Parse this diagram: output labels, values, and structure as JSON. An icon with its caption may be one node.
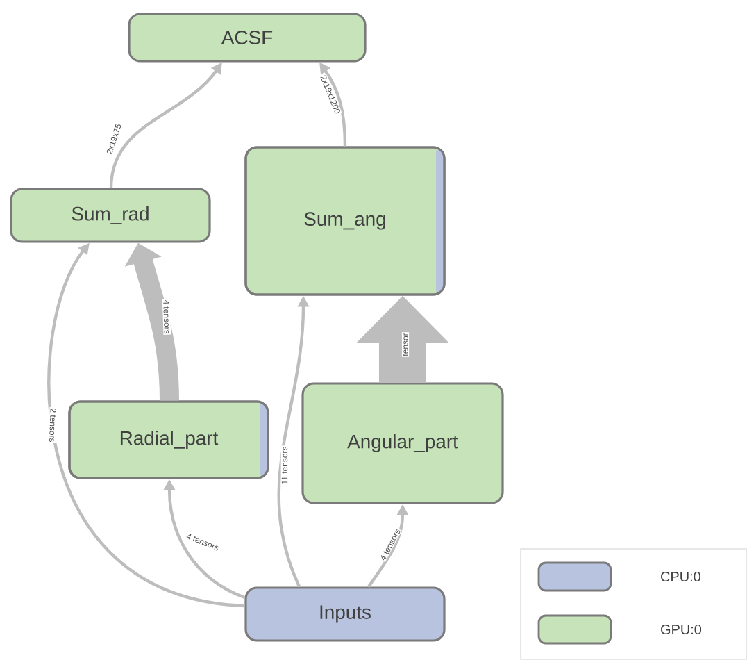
{
  "diagram": {
    "nodes": [
      {
        "text": [
          "ACSF"
        ]
      },
      {
        "text": [
          "Sum_rad"
        ]
      },
      {
        "text": [
          "Sum_ang"
        ]
      },
      {
        "text": [
          "Radial_part"
        ]
      },
      {
        "text": [
          "Angular_part"
        ]
      },
      {
        "text": [
          "Inputs"
        ]
      }
    ],
    "edges": [
      {
        "from": 1,
        "to": 0,
        "arrow": "to",
        "label": "2x19x75"
      },
      {
        "from": 2,
        "to": 0,
        "arrow": "to",
        "label": "2x19x1200"
      },
      {
        "from": 3,
        "to": 1,
        "arrow": "to",
        "label": "4 tensors",
        "style": "thick"
      },
      {
        "from": 5,
        "to": 1,
        "arrow": "to",
        "label": "2 tensors"
      },
      {
        "from": 5,
        "to": 3,
        "arrow": "to",
        "label": "4 tensors"
      },
      {
        "from": 5,
        "to": 2,
        "arrow": "to",
        "label": "11 tensors"
      },
      {
        "from": 5,
        "to": 4,
        "arrow": "to",
        "label": "4 tensors"
      },
      {
        "from": 4,
        "to": 2,
        "arrow": "to",
        "label": "tensor",
        "style": "thick"
      }
    ],
    "legend": [
      {
        "text": "CPU:0",
        "color": "#b8c4df"
      },
      {
        "text": "GPU:0",
        "color": "#c6e3b9"
      }
    ]
  }
}
